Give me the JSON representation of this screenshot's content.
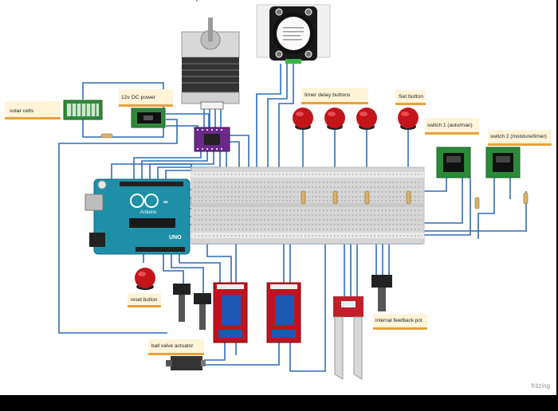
{
  "labels": {
    "solar": "solar  cells",
    "dc_power": "12v DC power",
    "timer": "timer delay buttons",
    "set": "Set button",
    "switch1": "switch 1 (auto/man)",
    "switch2": "switch 2 (moisture/timer)",
    "reset": "reset button",
    "pot": "internal feedback pot",
    "valve": "ball valve actuator"
  },
  "arduino": {
    "brand": "Arduino",
    "logo": "∞",
    "model": "UNO"
  },
  "watermark": "fritzing",
  "colors": {
    "wire": "#2f6db5",
    "note": "#fff4d8",
    "note_edge": "#e8a23a",
    "arduino": "#1f8fa8",
    "relay": "#c1121f",
    "button": "#c4151c",
    "switch": "#2a8a3a",
    "sensor": "#c0202a"
  }
}
